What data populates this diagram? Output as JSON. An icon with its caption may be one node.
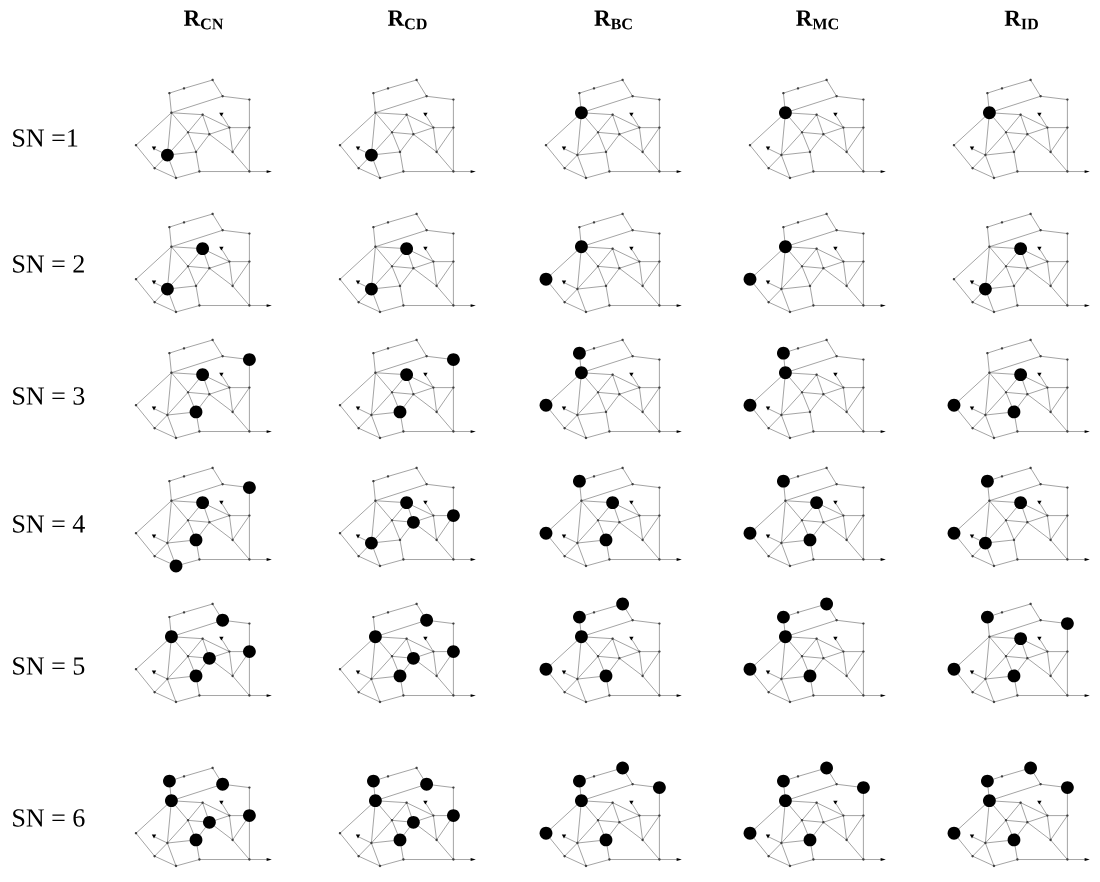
{
  "diagram": {
    "labels": [
      "R$_{CN}$",
      "R$_{CD}$",
      "R$_{BC}$",
      "R$_{MC}$",
      "R$_{ID}$",
      "SN =1",
      "SN = 2",
      "SN = 3",
      "SN = 4",
      "SN = 5",
      "SN = 6"
    ]
  }
}
